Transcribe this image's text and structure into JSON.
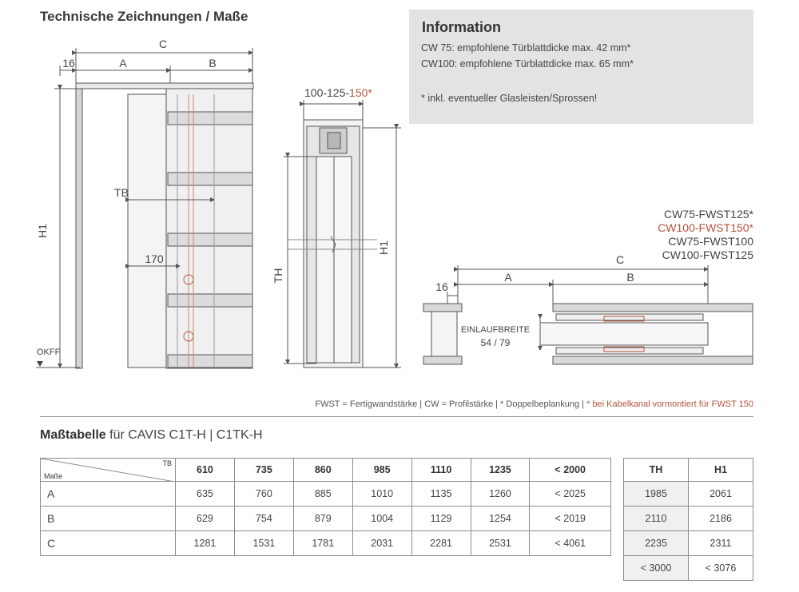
{
  "page_title": "Technische Zeichnungen / Maße",
  "info": {
    "heading": "Information",
    "line1": "CW  75: empfohlene Türblattdicke max. 42 mm*",
    "line2": "CW100: empfohlene Türblattdicke max. 65 mm*",
    "line3": "* inkl. eventueller Glasleisten/Sprossen!"
  },
  "drawing_front": {
    "label_c": "C",
    "label_16": "16",
    "label_a": "A",
    "label_b": "B",
    "label_h1": "H1",
    "label_tb": "TB",
    "label_170": "170",
    "label_okff": "OKFF"
  },
  "drawing_side": {
    "label_widths": "100-125-",
    "label_widths_red": "150*",
    "label_th": "TH",
    "label_h1": "H1"
  },
  "drawing_plan": {
    "variant1": "CW75-FWST125*",
    "variant2": "CW100-FWST150*",
    "variant3": "CW75-FWST100",
    "variant4": "CW100-FWST125",
    "label_c": "C",
    "label_16": "16",
    "label_a": "A",
    "label_b": "B",
    "einlauf1": "EINLAUFBREITE",
    "einlauf2": "54 / 79"
  },
  "legend": {
    "text": "FWST = Fertigwandstärke | CW = Profilstärke | * Doppelbeplankung |",
    "red": " * bei Kabelkanal vormontiert für FWST 150"
  },
  "table_title": {
    "bold": "Maßtabelle",
    "rest": " für CAVIS C1T-H | C1TK-H"
  },
  "mass_table": {
    "corner_tb": "TB",
    "corner_masse": "Maße",
    "headers": [
      "610",
      "735",
      "860",
      "985",
      "1110",
      "1235",
      "< 2000"
    ],
    "rows": [
      {
        "label": "A",
        "values": [
          "635",
          "760",
          "885",
          "1010",
          "1135",
          "1260",
          "< 2025"
        ]
      },
      {
        "label": "B",
        "values": [
          "629",
          "754",
          "879",
          "1004",
          "1129",
          "1254",
          "< 2019"
        ]
      },
      {
        "label": "C",
        "values": [
          "1281",
          "1531",
          "1781",
          "2031",
          "2281",
          "2531",
          "< 4061"
        ]
      }
    ]
  },
  "height_table": {
    "headers": [
      "TH",
      "H1"
    ],
    "rows": [
      [
        "1985",
        "2061"
      ],
      [
        "2110",
        "2186"
      ],
      [
        "2235",
        "2311"
      ],
      [
        "< 3000",
        "< 3076"
      ]
    ]
  },
  "colors": {
    "accent_red": "#b5533c",
    "info_bg": "#e3e3e3",
    "line": "#5a5a5a"
  }
}
